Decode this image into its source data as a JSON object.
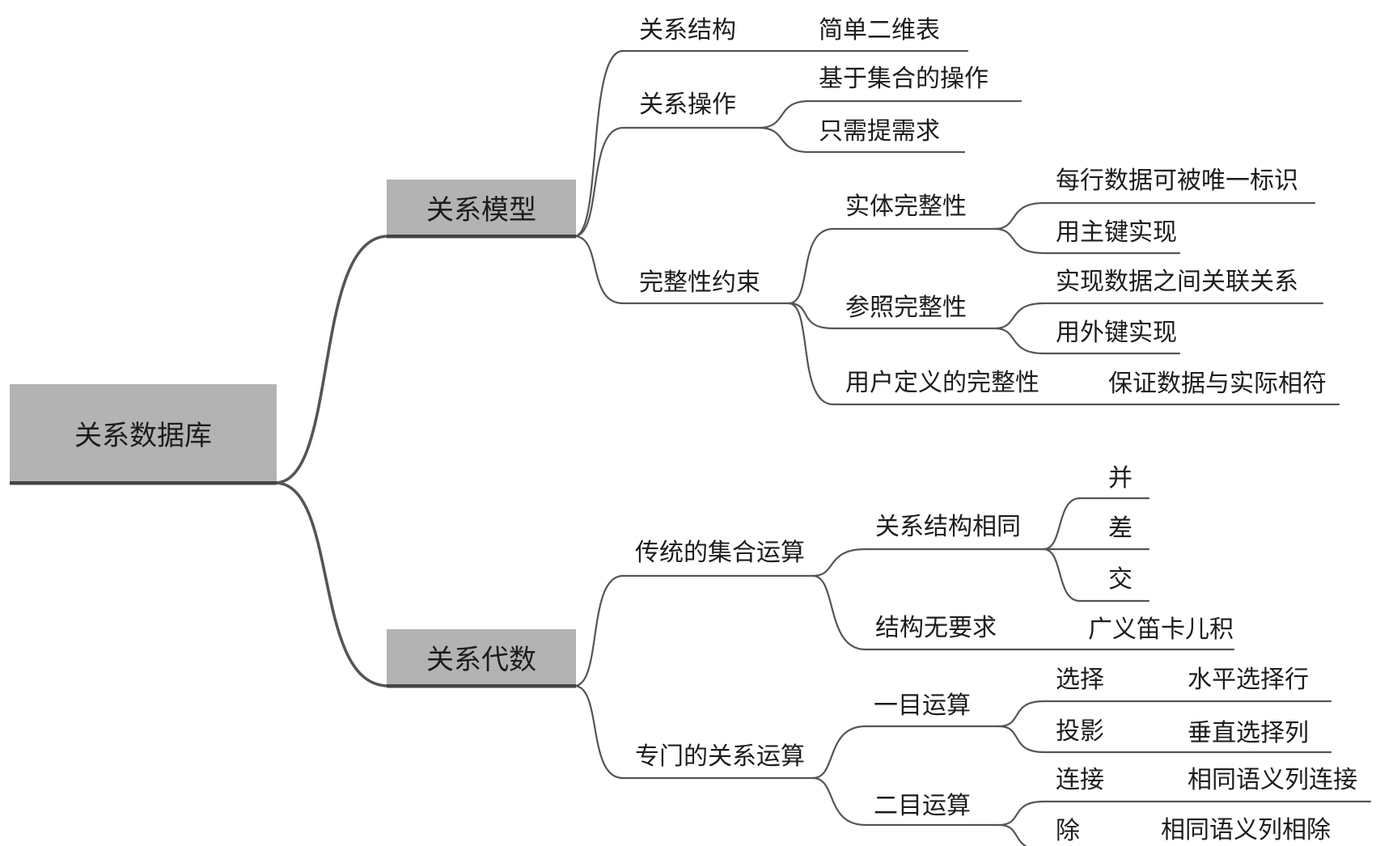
{
  "root": "关系数据库",
  "relational_model": {
    "title": "关系模型",
    "structure": {
      "label": "关系结构",
      "value": "简单二维表"
    },
    "operations": {
      "label": "关系操作",
      "items": [
        "基于集合的操作",
        "只需提需求"
      ]
    },
    "integrity": {
      "label": "完整性约束",
      "entity": {
        "label": "实体完整性",
        "items": [
          "每行数据可被唯一标识",
          "用主键实现"
        ]
      },
      "referential": {
        "label": "参照完整性",
        "items": [
          "实现数据之间关联关系",
          "用外键实现"
        ]
      },
      "user_defined": {
        "label": "用户定义的完整性",
        "value": "保证数据与实际相符"
      }
    }
  },
  "relational_algebra": {
    "title": "关系代数",
    "traditional": {
      "label": "传统的集合运算",
      "same_structure": {
        "label": "关系结构相同",
        "items": [
          "并",
          "差",
          "交"
        ]
      },
      "no_requirement": {
        "label": "结构无要求",
        "value": "广义笛卡儿积"
      }
    },
    "special": {
      "label": "专门的关系运算",
      "unary": {
        "label": "一目运算",
        "ops": [
          {
            "name": "选择",
            "desc": "水平选择行"
          },
          {
            "name": "投影",
            "desc": "垂直选择列"
          }
        ]
      },
      "binary": {
        "label": "二目运算",
        "ops": [
          {
            "name": "连接",
            "desc": "相同语义列连接"
          },
          {
            "name": "除",
            "desc": "相同语义列相除"
          }
        ]
      }
    }
  }
}
